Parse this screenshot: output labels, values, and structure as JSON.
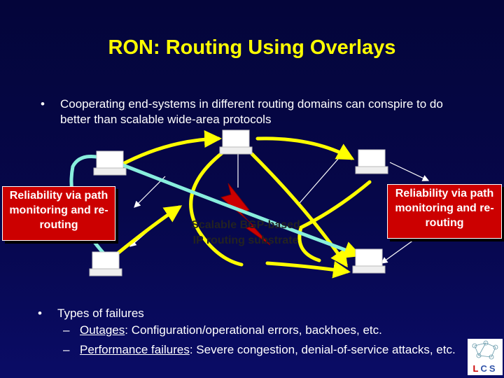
{
  "slide": {
    "title": "RON: Routing Using Overlays",
    "bullet1": "Cooperating end-systems in different routing domains can conspire to do better than scalable wide-area protocols",
    "bullet_marker": "•",
    "callout_left": "Reliability via path monitoring and re-routing",
    "callout_right": "Reliability via path monitoring and re-routing",
    "internet_label_line1": "Scalable BGP-based",
    "internet_label_line2": "IP routing substrate",
    "bullet2": "Types of failures",
    "sub1_term": "Outages",
    "sub1_rest": ": Configuration/operational errors, backhoes, etc.",
    "sub2_term": "Performance failures",
    "sub2_rest": ": Severe congestion, denial-of-service attacks, etc.",
    "dash": "–",
    "logo_text": "LCS"
  },
  "colors": {
    "title": "#ffff00",
    "callout_bg": "#cc0000",
    "overlay_path": "#ffff00",
    "reroute_path": "#88eedd",
    "internet_bolt": "#cc0000"
  },
  "icons": [
    "computer-icon",
    "lightning-bolt-icon",
    "lcs-logo"
  ]
}
